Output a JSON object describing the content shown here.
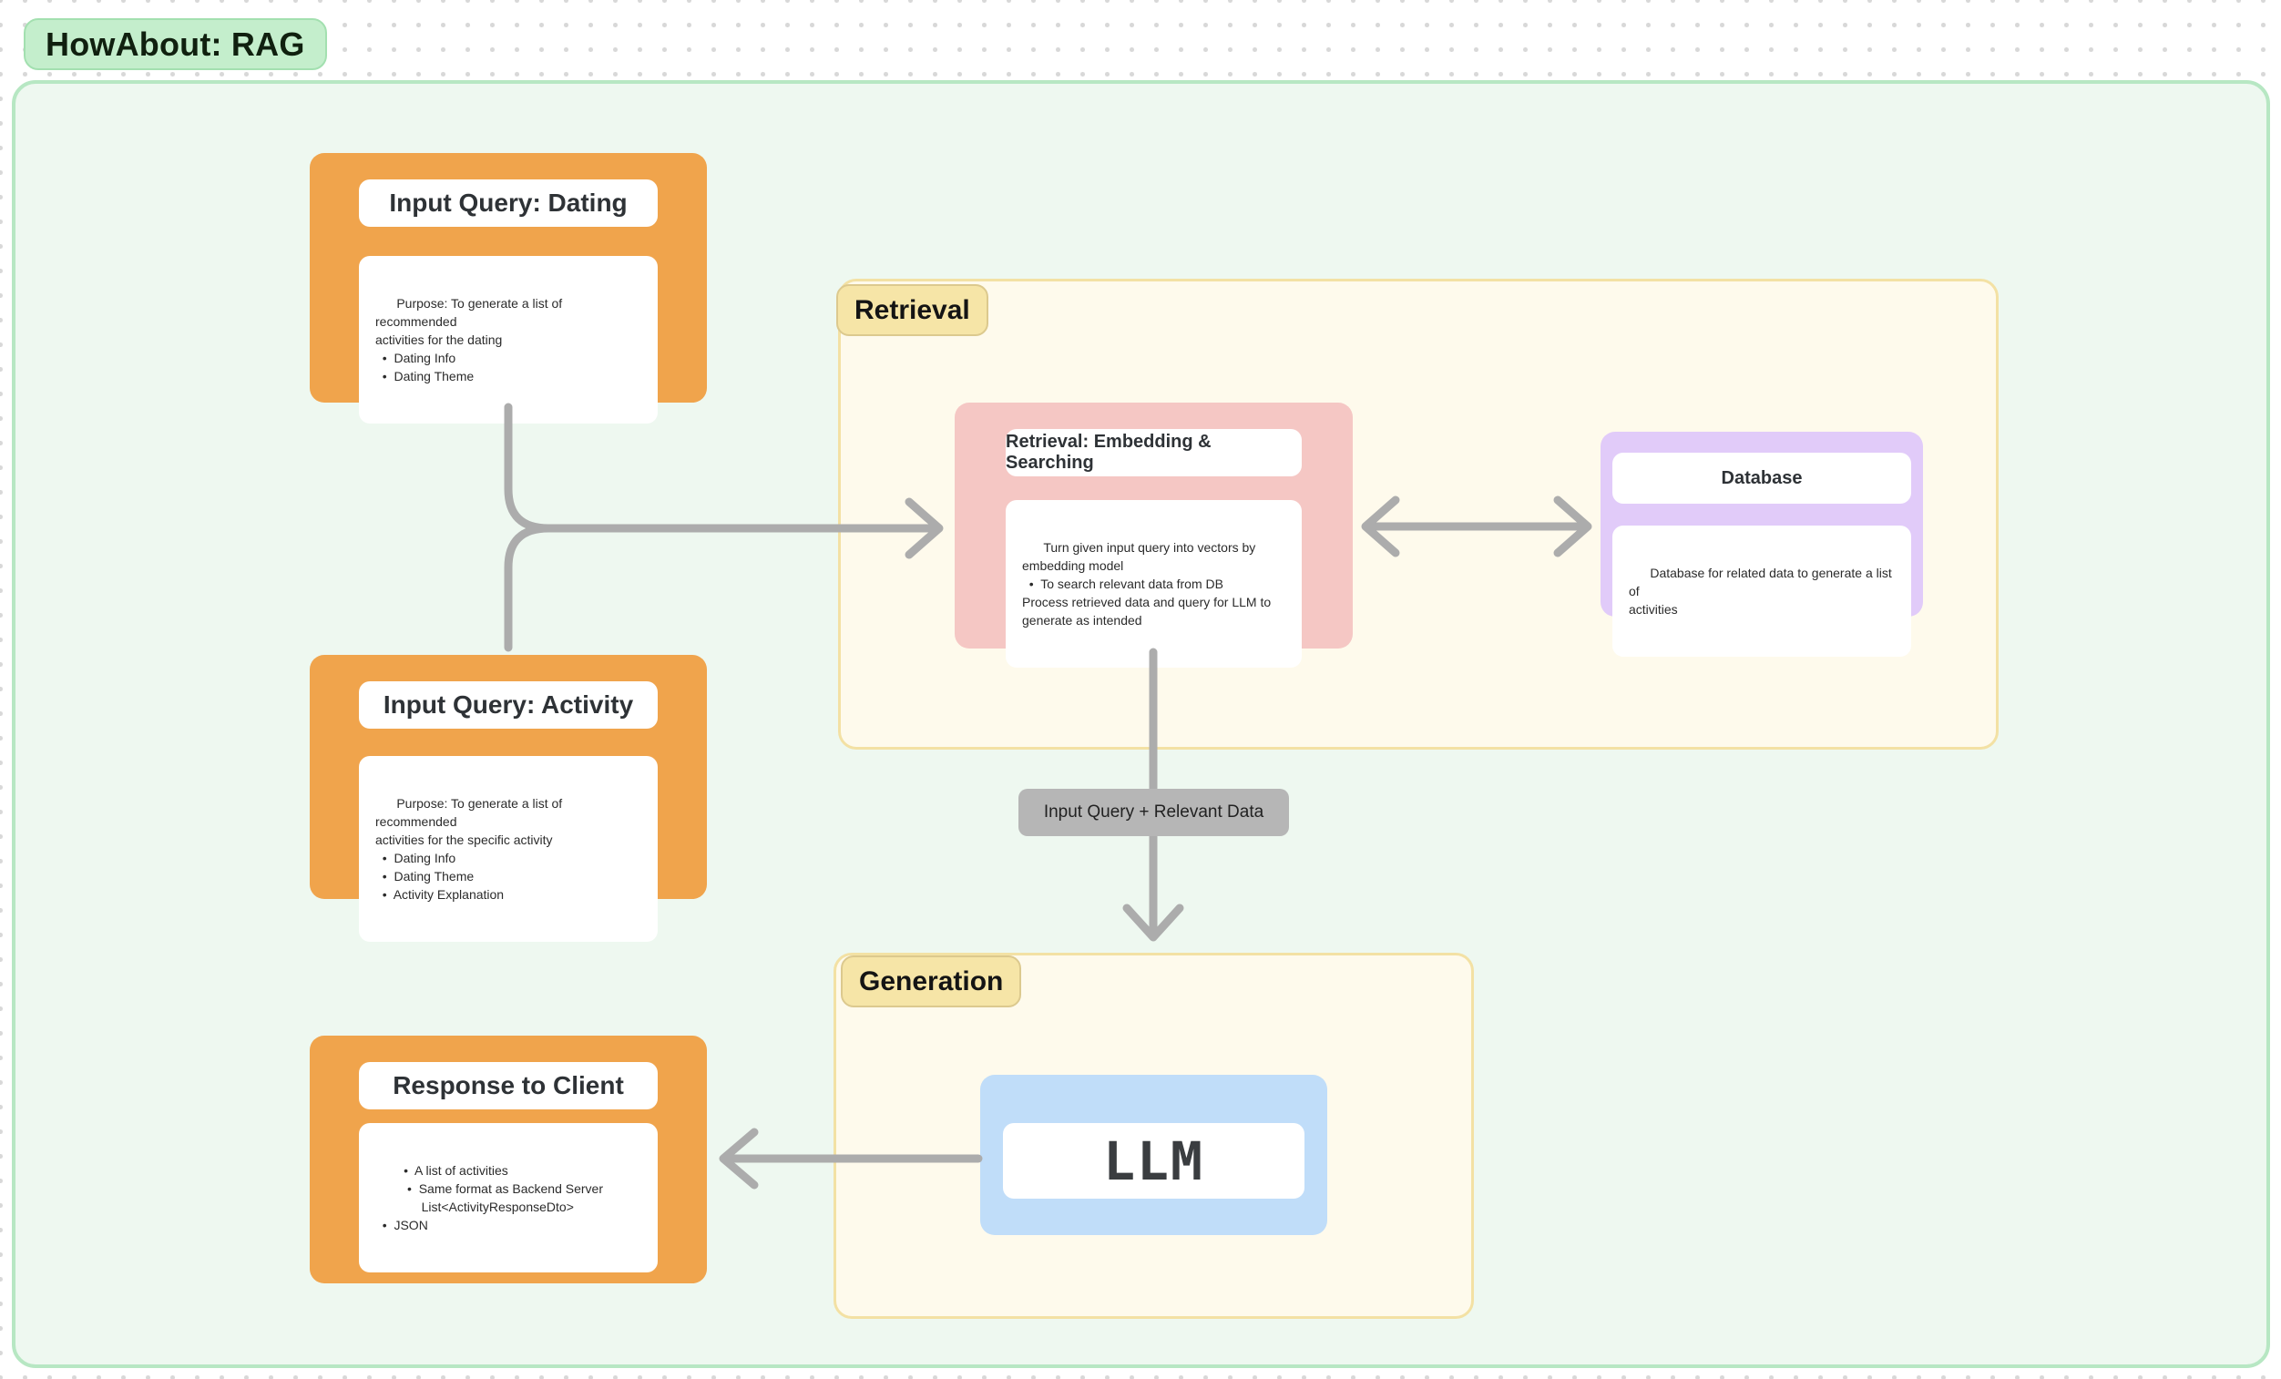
{
  "title": "HowAbout: RAG",
  "sections": {
    "retrieval": {
      "label": "Retrieval"
    },
    "generation": {
      "label": "Generation"
    }
  },
  "nodes": {
    "input_dating": {
      "title": "Input Query: Dating",
      "body": "Purpose: To generate a list of recommended\nactivities for the dating\n  •  Dating Info\n  •  Dating Theme"
    },
    "input_activity": {
      "title": "Input Query: Activity",
      "body": "Purpose: To generate a list of  recommended\nactivities for the specific activity\n  •  Dating Info\n  •  Dating Theme\n  •  Activity Explanation"
    },
    "retrieval": {
      "title": "Retrieval: Embedding & Searching",
      "body": "Turn given input query into vectors by\nembedding model\n  •  To search relevant data from DB\nProcess retrieved data and query for LLM to\ngenerate as intended"
    },
    "database": {
      "title": "Database",
      "body": "Database for related data to generate a list of\nactivities"
    },
    "llm": {
      "title": "LLM"
    },
    "response": {
      "title": "Response to Client",
      "body": "  •  A list of activities\n         •  Same format as Backend Server\n             List<ActivityResponseDto>\n  •  JSON"
    }
  },
  "connector_label": {
    "text": "Input Query + Relevant Data"
  },
  "edges": [
    {
      "from": "input-query-dating",
      "to": "retrieval-embedding-searching",
      "style": "arrow"
    },
    {
      "from": "input-query-activity",
      "to": "retrieval-embedding-searching",
      "style": "arrow"
    },
    {
      "from": "retrieval-embedding-searching",
      "to": "database",
      "style": "double-arrow"
    },
    {
      "from": "retrieval-embedding-searching",
      "to": "generation",
      "style": "arrow",
      "label": "Input Query + Relevant Data"
    },
    {
      "from": "llm",
      "to": "response-to-client",
      "style": "arrow"
    }
  ],
  "colors": {
    "orange_node": "#F0A44C",
    "pink_node": "#F5C7C4",
    "purple_node": "#E1CBF9",
    "blue_node": "#C0DDF9",
    "section_fill": "#FEFAEC",
    "section_border": "#F3E1A4",
    "section_label_fill": "#F6E5A7",
    "title_tag_fill": "#C4EECC",
    "frame_fill": "#EEF8F0",
    "frame_border": "#B7E7C3",
    "connector_label_fill": "#B6B6B6",
    "arrow": "#ACACAC"
  }
}
